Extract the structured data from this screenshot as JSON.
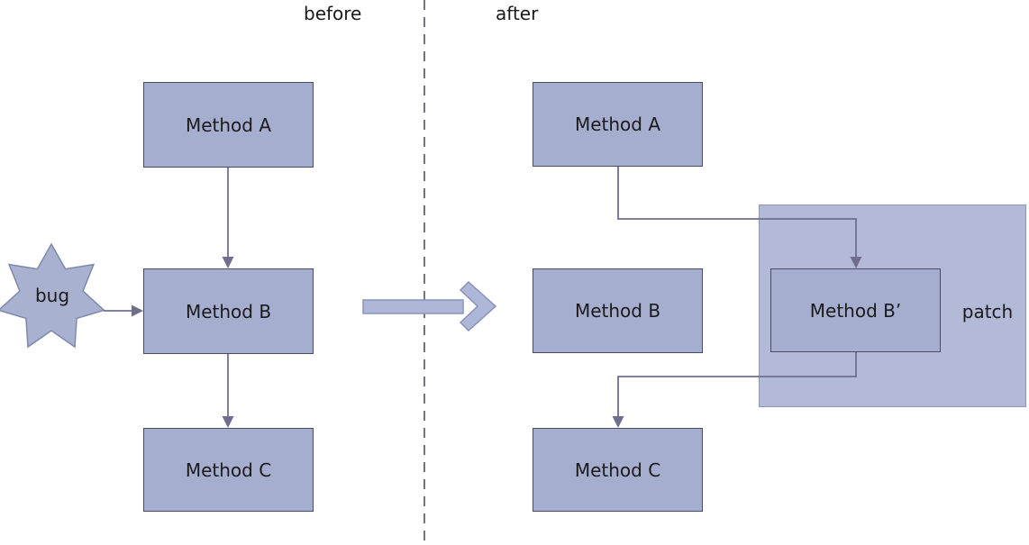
{
  "diagram": {
    "before_label": "before",
    "after_label": "after",
    "before": {
      "method_a": "Method A",
      "method_b": "Method B",
      "method_c": "Method C",
      "bug_label": "bug"
    },
    "after": {
      "method_a": "Method A",
      "method_b": "Method B",
      "method_b_prime": "Method B’",
      "method_c": "Method C",
      "patch_label": "patch"
    }
  },
  "colors": {
    "box_fill": "#a6aecf",
    "box_border": "#4a4a66",
    "patch_fill": "#b3bad7",
    "patch_border": "#8d95b8",
    "connector": "#6f6f8d",
    "divider": "#73738c",
    "big_arrow_fill": "#aeb7d7",
    "big_arrow_border": "#8a92bc",
    "star_fill": "#a9b1d1",
    "star_border": "#7f88ab",
    "text": "#1a1a1a",
    "bg": "#ffffff"
  }
}
